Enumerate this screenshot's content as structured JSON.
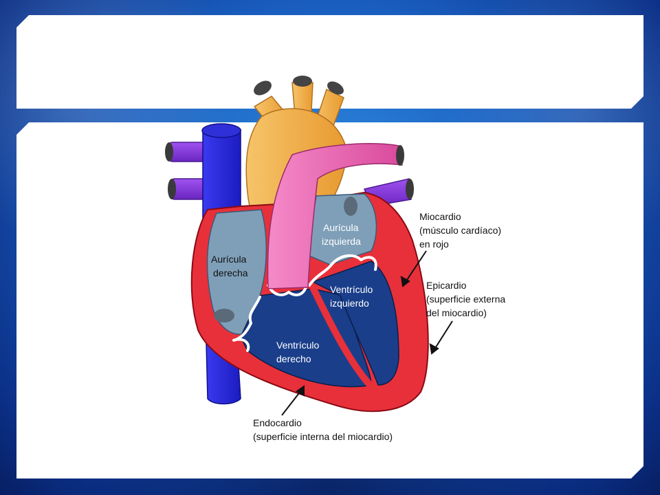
{
  "labels": {
    "auricula_derecha": [
      "Aurícula",
      "derecha"
    ],
    "auricula_izquierda": [
      "Aurícula",
      "izquierda"
    ],
    "ventriculo_izquierdo": [
      "Ventrículo",
      "izquierdo"
    ],
    "ventriculo_derecho": [
      "Ventrículo",
      "derecho"
    ],
    "miocardio": [
      "Miocardio",
      "(músculo cardíaco)",
      "en rojo"
    ],
    "epicardio": [
      "Epicardio",
      "(superficie externa",
      "del miocardio)"
    ],
    "endocardio": [
      "Endocardio",
      "(superficie interna del miocardio)"
    ]
  },
  "colors": {
    "myocardium": "#e8303a",
    "vena_cava": "#2a2ae6",
    "pulmonary_veins": "#8a3ae6",
    "aorta": "#f2b24a",
    "pulmonary_artery": "#ee64b4",
    "atria": "#7f9fb8",
    "ventricles": "#1a3e8a"
  }
}
